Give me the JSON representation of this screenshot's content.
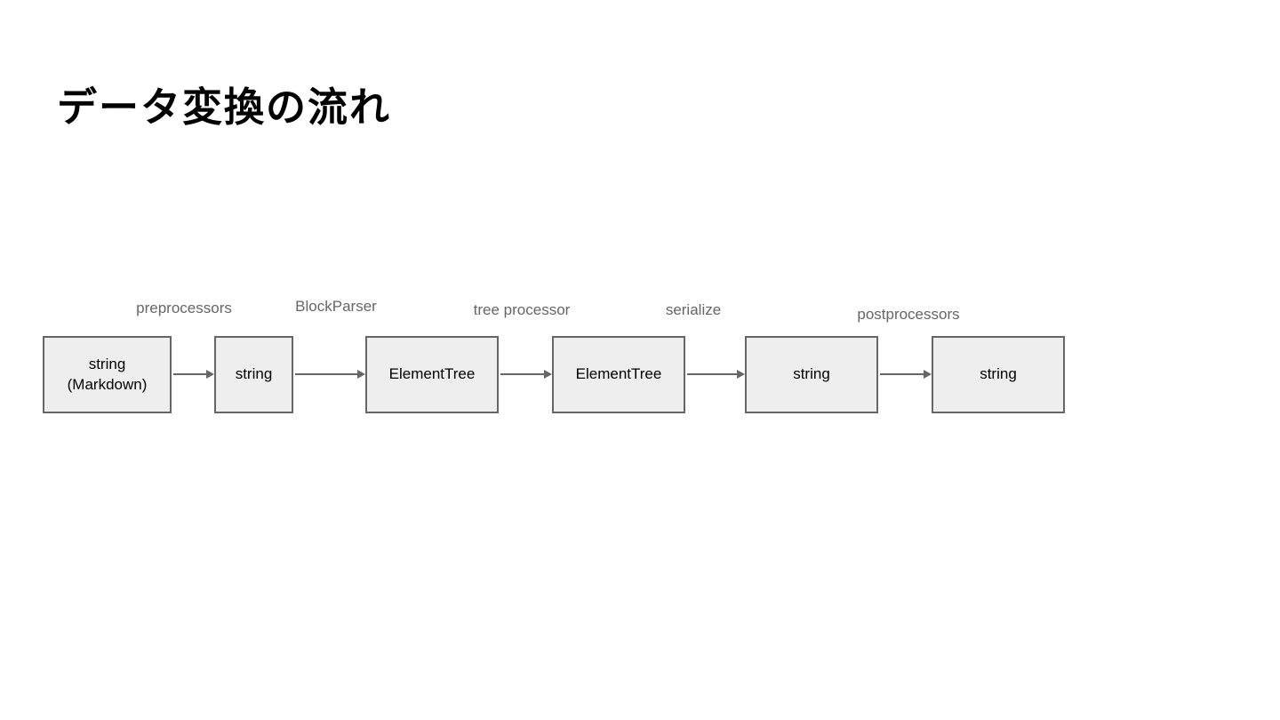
{
  "page": {
    "title": "データ変換の流れ"
  },
  "flow": {
    "nodes": [
      {
        "label": "string\n(Markdown)"
      },
      {
        "label": "string"
      },
      {
        "label": "ElementTree"
      },
      {
        "label": "ElementTree"
      },
      {
        "label": "string"
      },
      {
        "label": "string"
      }
    ],
    "edges": [
      {
        "label": "preprocessors"
      },
      {
        "label": "BlockParser"
      },
      {
        "label": "tree processor"
      },
      {
        "label": "serialize"
      },
      {
        "label": "postprocessors"
      }
    ]
  },
  "colors": {
    "background": "#ffffff",
    "node_fill": "#eeeeee",
    "node_border": "#666666",
    "node_text": "#000000",
    "edge_label_text": "#666666",
    "arrow": "#666666"
  }
}
